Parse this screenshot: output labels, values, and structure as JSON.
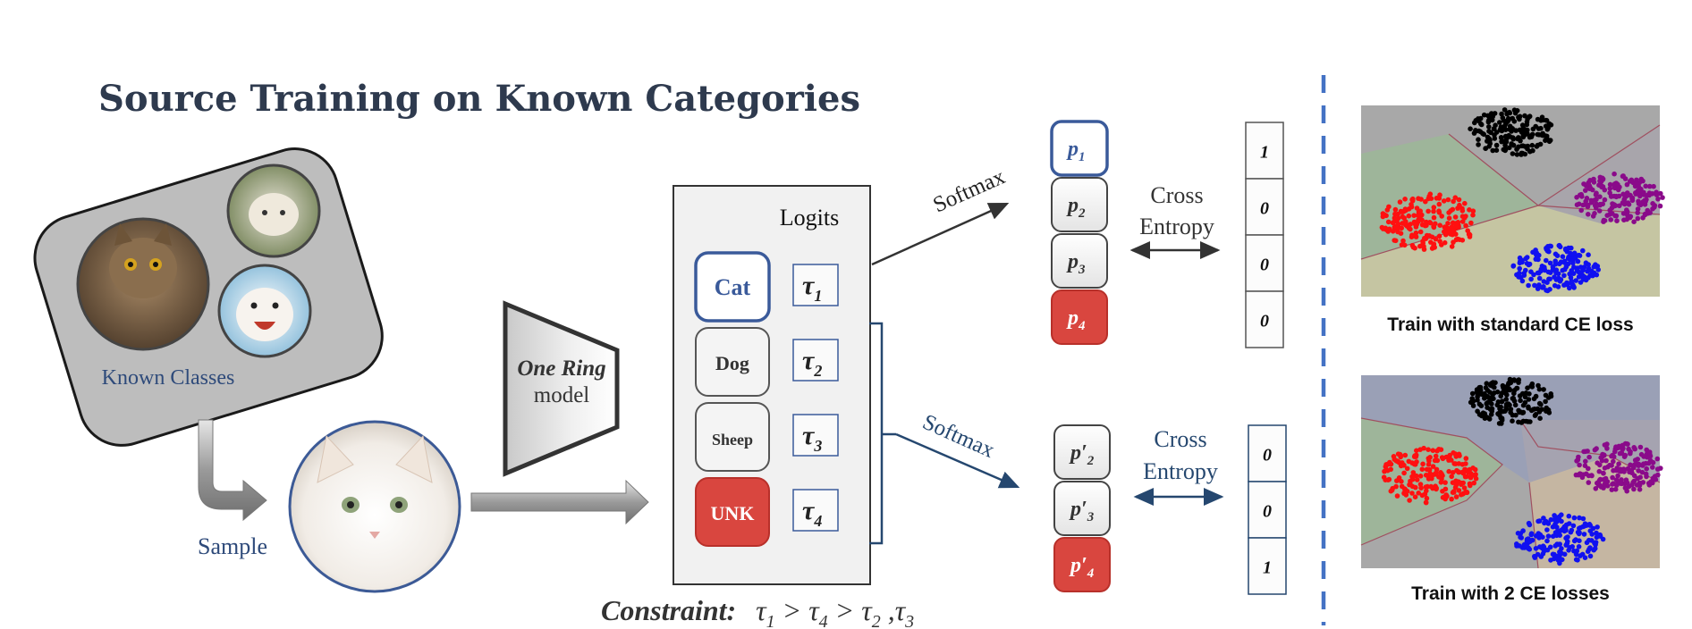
{
  "title": "Source Training on Known Categories",
  "known_classes_label": "Known Classes",
  "sample_label": "Sample",
  "model": {
    "name": "One Ring",
    "suffix": "model"
  },
  "logits": {
    "label": "Logits",
    "classes": [
      "Cat",
      "Dog",
      "Sheep",
      "UNK"
    ],
    "taus": [
      "τ",
      "τ",
      "τ",
      "τ"
    ],
    "tau_subs": [
      "1",
      "2",
      "3",
      "4"
    ]
  },
  "top_branch": {
    "softmax": "Softmax",
    "probs": [
      "p",
      "p",
      "p",
      "p"
    ],
    "prob_subs": [
      "1",
      "2",
      "3",
      "4"
    ],
    "loss": [
      "Cross",
      "Entropy"
    ],
    "target": [
      "1",
      "0",
      "0",
      "0"
    ]
  },
  "bottom_branch": {
    "softmax": "Softmax",
    "probs": [
      "p′",
      "p′",
      "p′"
    ],
    "prob_subs": [
      "2",
      "3",
      "4"
    ],
    "loss": [
      "Cross",
      "Entropy"
    ],
    "target": [
      "0",
      "0",
      "1"
    ]
  },
  "constraint": {
    "label": "Constraint:",
    "expression": "τ1 > τ4 > τ2,τ3"
  },
  "plots": [
    {
      "caption": "Train with standard CE loss"
    },
    {
      "caption": "Train with 2 CE losses"
    }
  ],
  "colors": {
    "title": "#2e3a4e",
    "cat_blue": "#3a5a9a",
    "unk_red": "#d9463f",
    "divider": "#4472c4",
    "arrow_blue": "#25476f"
  }
}
